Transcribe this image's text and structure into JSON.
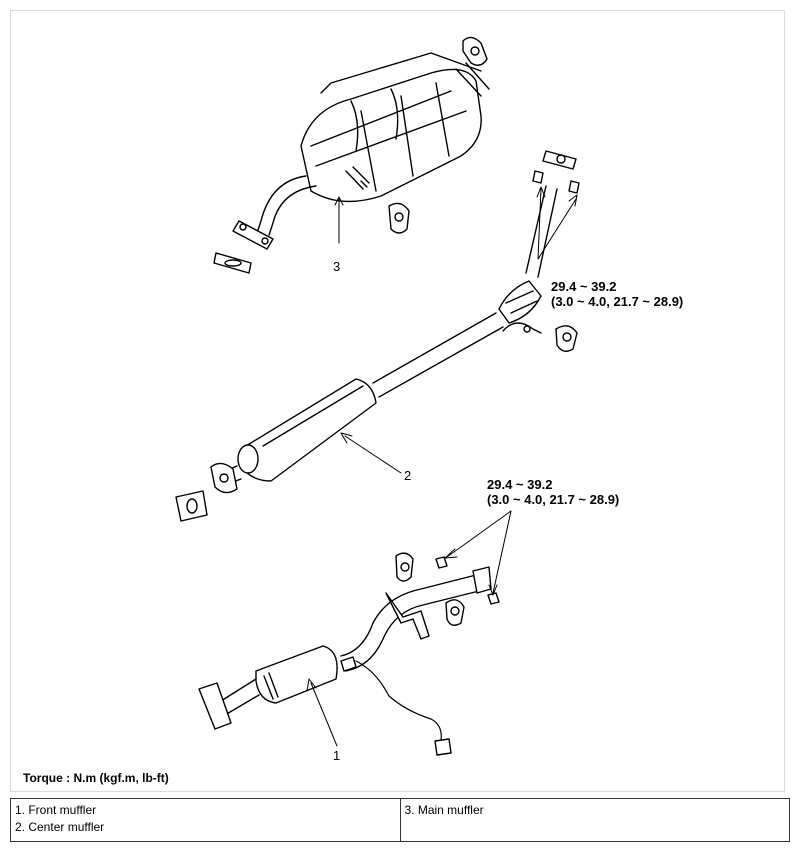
{
  "figure": {
    "callouts": {
      "upper_torque_line1": "29.4 ~ 39.2",
      "upper_torque_line2": "(3.0 ~ 4.0, 21.7 ~ 28.9)",
      "lower_torque_line1": "29.4 ~ 39.2",
      "lower_torque_line2": "(3.0 ~ 4.0, 21.7 ~ 28.9)"
    },
    "part_numbers": {
      "main": "3",
      "center": "2",
      "front": "1"
    },
    "torque_unit_note": "Torque : N.m (kgf.m, lb-ft)"
  },
  "legend": {
    "col1": [
      "1. Front muffler",
      "2. Center muffler"
    ],
    "col2": [
      "3. Main muffler"
    ]
  }
}
